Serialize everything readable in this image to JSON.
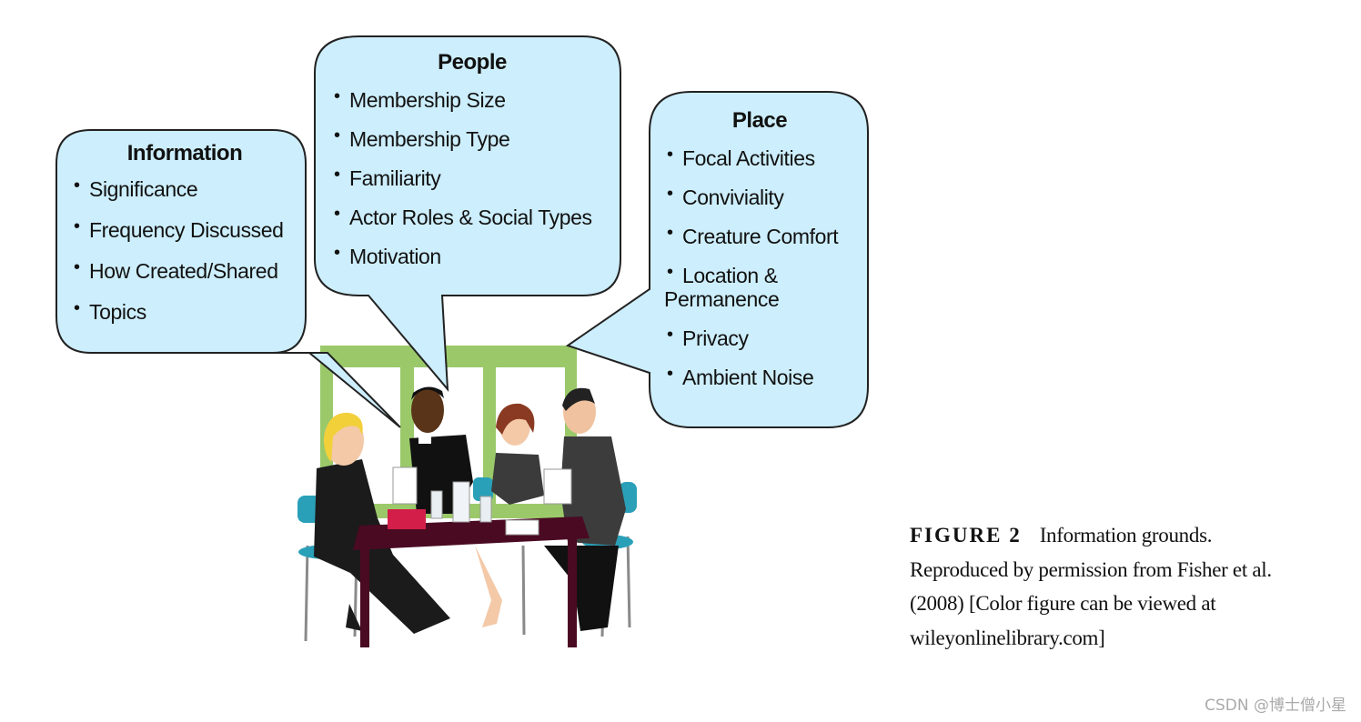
{
  "bubbles": {
    "information": {
      "title": "Information",
      "items": [
        "Significance",
        "Frequency Discussed",
        "How Created/Shared",
        "Topics"
      ]
    },
    "people": {
      "title": "People",
      "items": [
        "Membership Size",
        "Membership Type",
        "Familiarity",
        "Actor Roles & Social Types",
        "Motivation"
      ]
    },
    "place": {
      "title": "Place",
      "items": [
        "Focal Activities",
        "Conviviality",
        "Creature Comfort",
        "Location & Permanence",
        "Privacy",
        "Ambient Noise"
      ]
    }
  },
  "caption": {
    "label": "FIGURE 2",
    "text": "Information grounds. Reproduced by permission from Fisher et al. (2008) [Color figure can be viewed at wileyonlinelibrary.com]"
  },
  "watermark": "CSDN @博士僧小星",
  "colors": {
    "bubble_fill": "#cdeefc",
    "bubble_stroke": "#222222",
    "backdrop_green": "#9bc96a",
    "table": "#4a0a22"
  }
}
